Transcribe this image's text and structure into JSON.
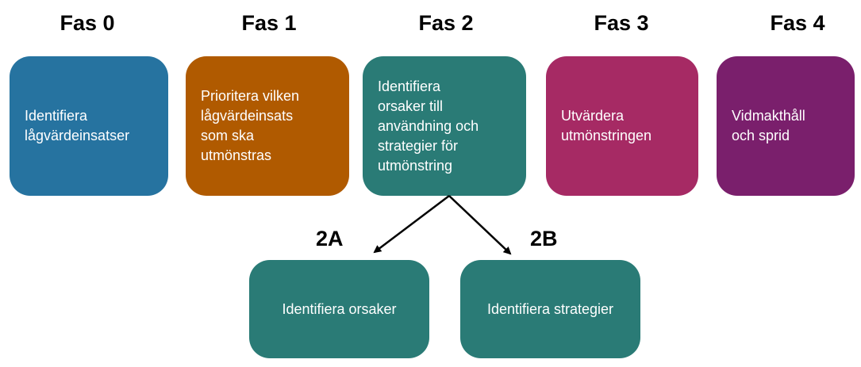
{
  "phases": [
    {
      "label": "Fas 0",
      "text": "Identifiera\nlågvärdeinsatser",
      "color": "#2673A0"
    },
    {
      "label": "Fas 1",
      "text": "Prioritera vilken\nlågvärdeinsats\nsom ska\nutmönstras",
      "color": "#B05A00"
    },
    {
      "label": "Fas 2",
      "text": "Identifiera\norsaker till\nanvändning och\nstrategier för\nutmönstring",
      "color": "#2A7B76"
    },
    {
      "label": "Fas 3",
      "text": "Utvärdera\nutmönstringen",
      "color": "#A62A64"
    },
    {
      "label": "Fas 4",
      "text": "Vidmakthåll\noch sprid",
      "color": "#7A1F6C"
    }
  ],
  "subphases": [
    {
      "label": "2A",
      "text": "Identifiera orsaker",
      "color": "#2A7B76"
    },
    {
      "label": "2B",
      "text": "Identifiera strategier",
      "color": "#2A7B76"
    }
  ],
  "arrow_color": "#000000"
}
